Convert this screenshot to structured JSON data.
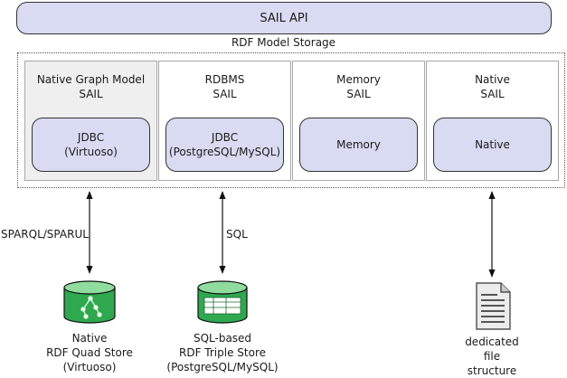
{
  "api": {
    "label": "SAIL API"
  },
  "storage": {
    "label": "RDF Model Storage"
  },
  "sails": [
    {
      "title_line1": "Native Graph Model",
      "title_line2": "SAIL",
      "inner_line1": "JDBC",
      "inner_line2": "(Virtuoso)"
    },
    {
      "title_line1": "RDBMS",
      "title_line2": "SAIL",
      "inner_line1": "JDBC",
      "inner_line2": "(PostgreSQL/MySQL)"
    },
    {
      "title_line1": "Memory",
      "title_line2": "SAIL",
      "inner_line1": "Memory",
      "inner_line2": ""
    },
    {
      "title_line1": "Native",
      "title_line2": "SAIL",
      "inner_line1": "Native",
      "inner_line2": ""
    }
  ],
  "connections": [
    {
      "label": "SPARQL/SPARUL"
    },
    {
      "label": "SQL"
    }
  ],
  "stores": [
    {
      "icon": "graph-database-icon",
      "line1": "Native",
      "line2": "RDF Quad Store",
      "line3": "(Virtuoso)"
    },
    {
      "icon": "table-database-icon",
      "line1": "SQL-based",
      "line2": "RDF Triple Store",
      "line3": "(PostgreSQL/MySQL)"
    },
    {
      "icon": "document-file-icon",
      "line1": "dedicated",
      "line2": "file",
      "line3": "structure"
    }
  ],
  "colors": {
    "box_fill": "#d9dbf2",
    "db_green": "#2fa84f",
    "sail_grey": "#efefef"
  }
}
